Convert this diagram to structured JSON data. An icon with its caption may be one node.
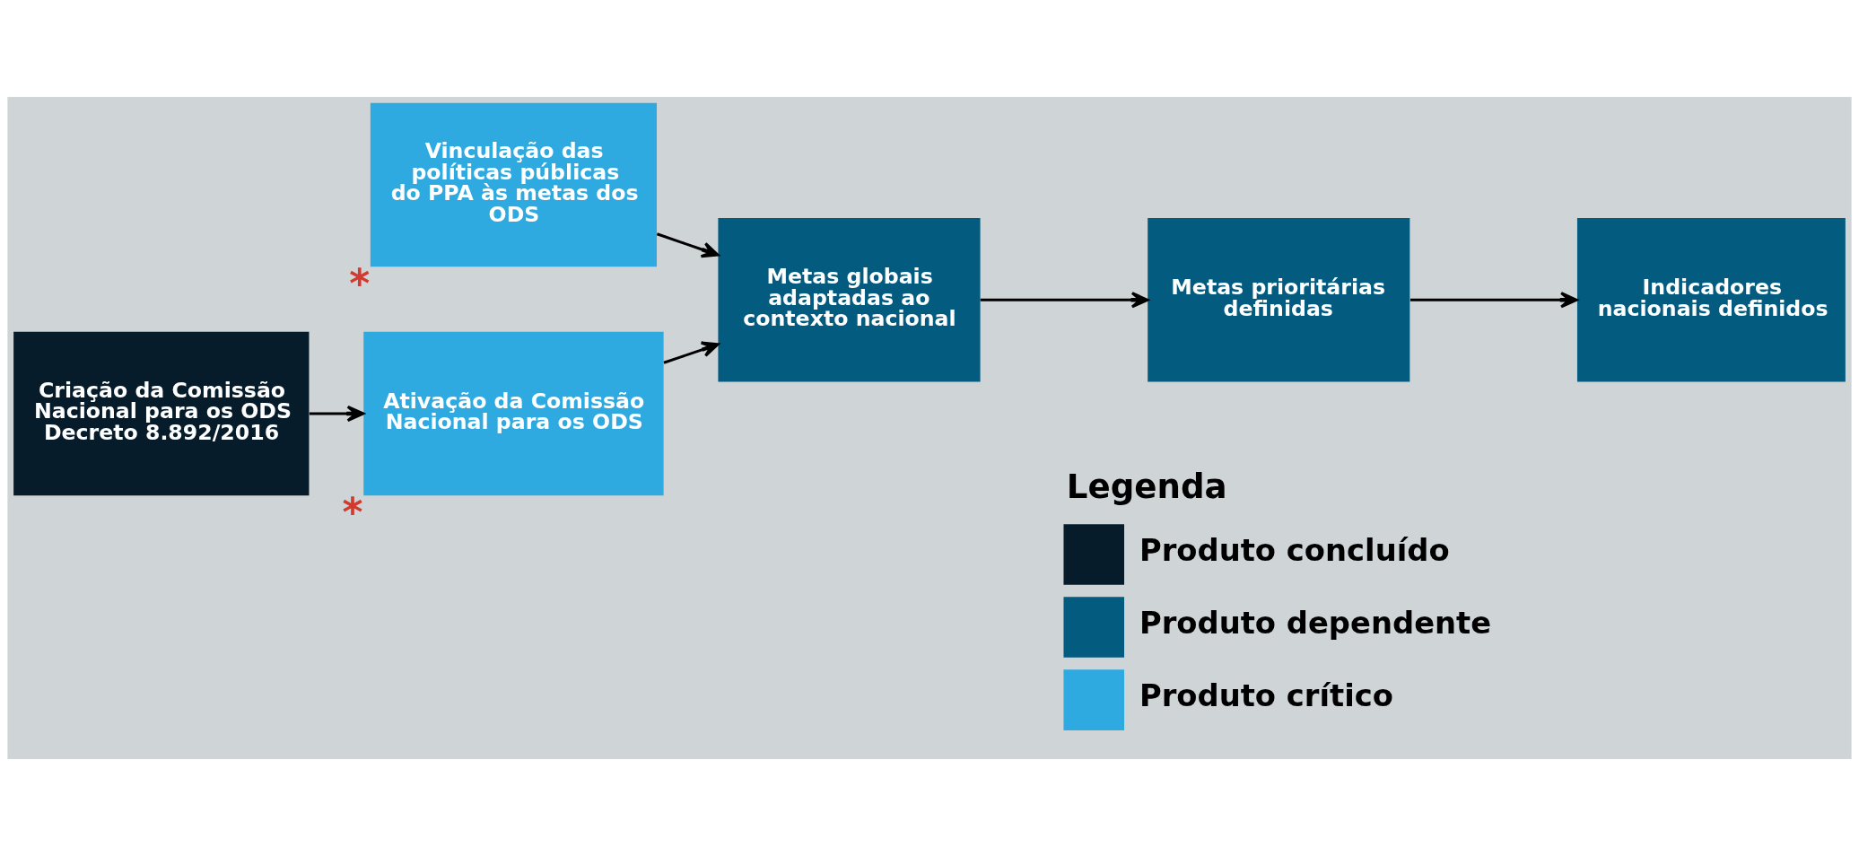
{
  "diagram": {
    "nodes": [
      {
        "text": [
          "Criação da Comissão Nacional para os ODS Decreto 8.892/2016"
        ]
      },
      {
        "text": [
          "Ativação da Comissão Nacional para os ODS"
        ],
        "beside": [
          "*"
        ]
      },
      {
        "text": [
          "Vinculação das políticas públicas do PPA às metas dos ODS"
        ],
        "beside": [
          "*"
        ]
      },
      {
        "text": [
          "Metas globais adaptadas ao contexto nacional"
        ]
      },
      {
        "text": [
          "Metas prioritárias definidas"
        ]
      },
      {
        "text": [
          "Indicadores nacionais definidos"
        ]
      }
    ],
    "edges": [
      {
        "from": 0,
        "to": 1,
        "arrow": "to"
      },
      {
        "from": 2,
        "to": 3,
        "arrow": "to"
      },
      {
        "from": 1,
        "to": 3,
        "arrow": "to"
      },
      {
        "from": 3,
        "to": 4,
        "arrow": "to"
      },
      {
        "from": 4,
        "to": 5,
        "arrow": "to"
      }
    ],
    "labels": [
      "Legenda"
    ],
    "legend": [
      {
        "text": "Produto concluído",
        "color": "#061c2a"
      },
      {
        "text": "Produto dependente",
        "color": "#045b80"
      },
      {
        "text": "Produto crítico",
        "color": "#2eaae1"
      }
    ]
  }
}
